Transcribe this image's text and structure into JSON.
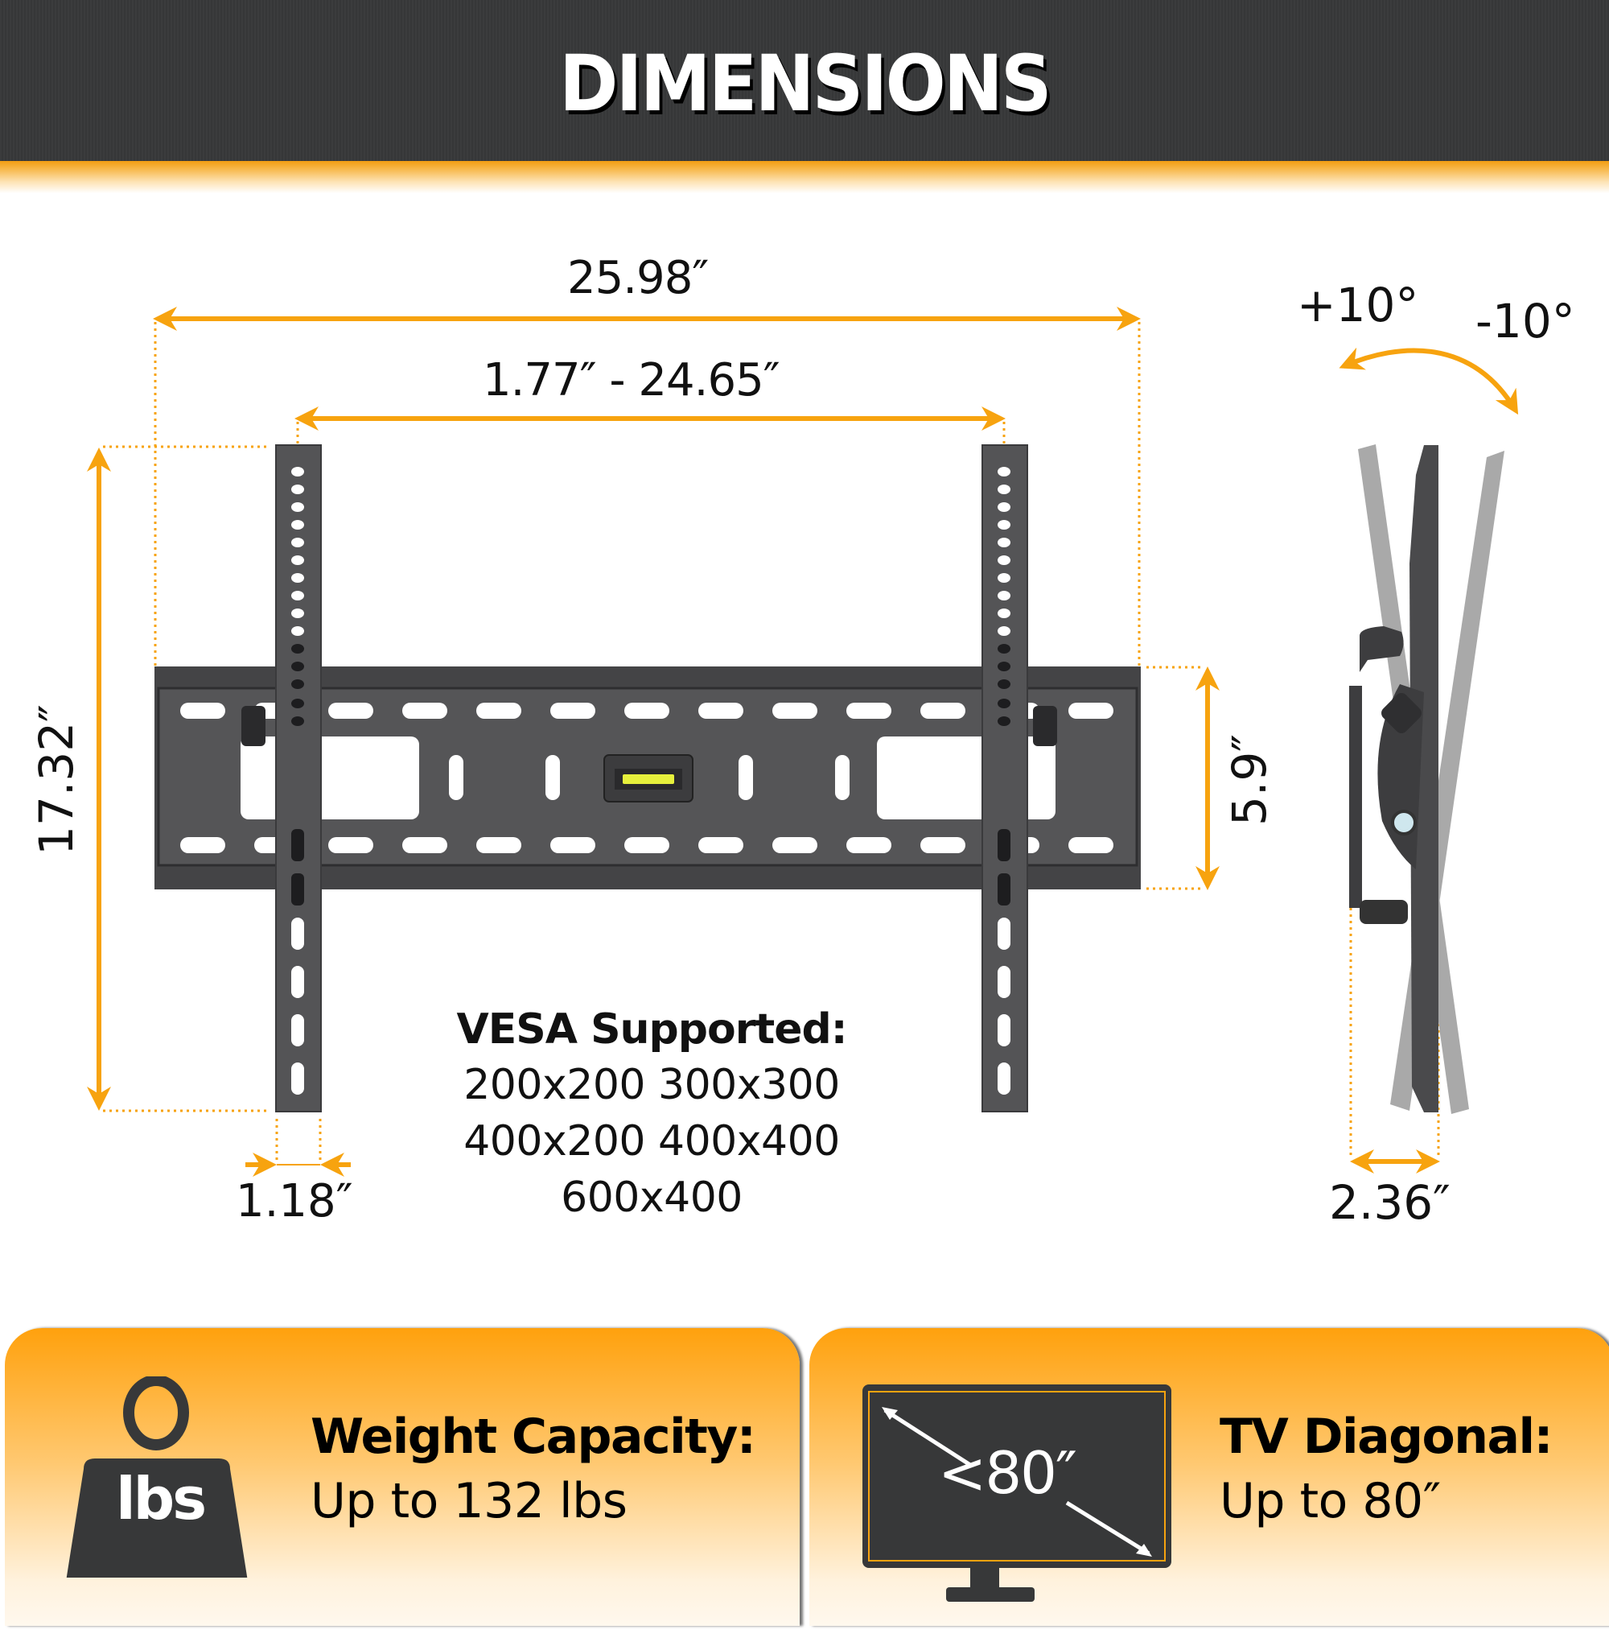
{
  "header": {
    "title": "DIMENSIONS"
  },
  "colors": {
    "header_bg": "#373839",
    "accent_orange": "#f7a30f",
    "bracket_gray": "#4a4a4c",
    "ghost_gray": "#a9a9a9",
    "level_yellow": "#e6f03c"
  },
  "front_view": {
    "overall_width": "25.98″",
    "arm_spacing": "1.77″ - 24.65″",
    "overall_height": "17.32″",
    "plate_height": "5.9″",
    "arm_width": "1.18″"
  },
  "side_view": {
    "tilt_up": "+10°",
    "tilt_down": "-10°",
    "depth": "2.36″"
  },
  "vesa": {
    "title": "VESA Supported:",
    "lines": [
      "200x200 300x300",
      "400x200 400x400",
      "600x400"
    ]
  },
  "cards": {
    "weight": {
      "icon_label": "lbs",
      "title": "Weight Capacity:",
      "value": "Up to 132 lbs"
    },
    "diagonal": {
      "icon_label": "<80″",
      "title": "TV Diagonal:",
      "value": "Up to 80″"
    }
  }
}
